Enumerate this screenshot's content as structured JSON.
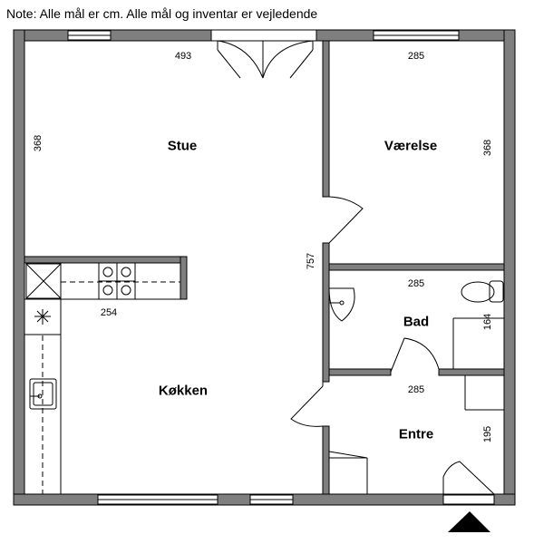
{
  "note": "Note: Alle mål er cm. Alle mål og inventar er vejledende",
  "rooms": {
    "stue": "Stue",
    "vaerelse": "Værelse",
    "bad": "Bad",
    "koekken": "Køkken",
    "entre": "Entre"
  },
  "dimensions": {
    "stue_width": "493",
    "stue_height": "368",
    "vaerelse_width": "285",
    "vaerelse_height": "368",
    "total_height": "757",
    "bad_width": "285",
    "bad_height": "164",
    "kitchen_counter": "254",
    "entre_width": "285",
    "entre_height": "195"
  },
  "colors": {
    "wall": "#7f7f7f",
    "line": "#000000",
    "background": "#ffffff"
  }
}
